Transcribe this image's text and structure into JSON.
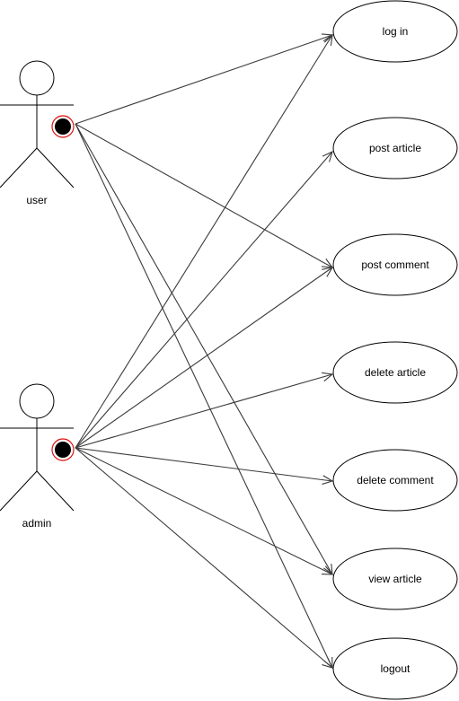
{
  "actors": [
    {
      "id": "user",
      "label": "user"
    },
    {
      "id": "admin",
      "label": "admin"
    }
  ],
  "use_cases": [
    {
      "id": "login",
      "label": "log in"
    },
    {
      "id": "post_article",
      "label": "post article"
    },
    {
      "id": "post_comment",
      "label": "post comment"
    },
    {
      "id": "delete_article",
      "label": "delete article"
    },
    {
      "id": "delete_comment",
      "label": "delete comment"
    },
    {
      "id": "view_article",
      "label": "view article"
    },
    {
      "id": "logout",
      "label": "logout"
    }
  ],
  "associations": [
    {
      "from": "user",
      "to": "login"
    },
    {
      "from": "user",
      "to": "post_comment"
    },
    {
      "from": "user",
      "to": "view_article"
    },
    {
      "from": "user",
      "to": "logout"
    },
    {
      "from": "admin",
      "to": "login"
    },
    {
      "from": "admin",
      "to": "post_article"
    },
    {
      "from": "admin",
      "to": "post_comment"
    },
    {
      "from": "admin",
      "to": "delete_article"
    },
    {
      "from": "admin",
      "to": "delete_comment"
    },
    {
      "from": "admin",
      "to": "view_article"
    },
    {
      "from": "admin",
      "to": "logout"
    }
  ],
  "colors": {
    "endpoint_ring": "#e01010",
    "endpoint_fill": "#000000",
    "line": "#3a3a3a"
  }
}
